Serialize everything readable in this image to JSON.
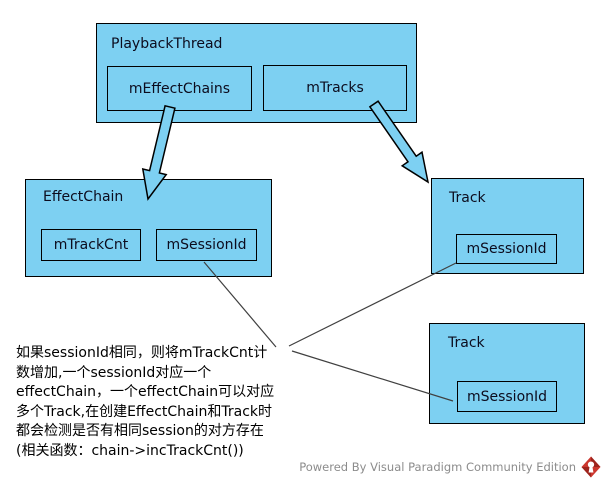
{
  "diagram_type": "class-association-diagram",
  "boxes": {
    "playback_thread": {
      "title": "PlaybackThread",
      "attr1": "mEffectChains",
      "attr2": "mTracks"
    },
    "effect_chain": {
      "title": "EffectChain",
      "attr1": "mTrackCnt",
      "attr2": "mSessionId"
    },
    "track_top": {
      "title": "Track",
      "attr1": "mSessionId"
    },
    "track_bottom": {
      "title": "Track",
      "attr1": "mSessionId"
    }
  },
  "annotation": {
    "lines": [
      "如果sessionId相同，则将mTrackCnt计",
      "数增加,一个sessionId对应一个",
      "effectChain，一个effectChain可以对应",
      "多个Track,在创建EffectChain和Track时",
      "都会检测是否有相同session的对方存在",
      "(相关函数：chain->incTrackCnt())"
    ]
  },
  "footer": {
    "text": "Powered By Visual Paradigm Community Edition",
    "logo": "visual-paradigm-diamond-logo"
  },
  "colors": {
    "box_fill": "#7dd0f2",
    "box_border": "#000000",
    "connector_line": "#404040",
    "footer_text": "#8c8c8c",
    "logo_red": "#cc372e",
    "logo_red_dark": "#9e241d",
    "background": "#ffffff"
  }
}
